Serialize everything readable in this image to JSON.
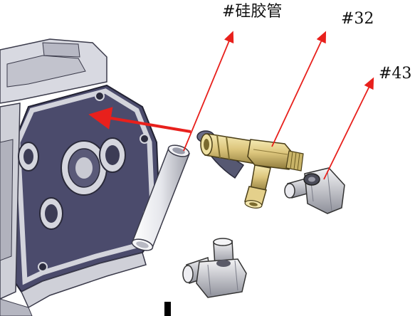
{
  "labels": {
    "hose": "#硅胶管",
    "part32": "#32",
    "part43": "#43"
  },
  "colors": {
    "leader": "#e8201c",
    "housing_dark": "#4a4a6a",
    "housing_light": "#d9dae2",
    "brass": "#d8c37a",
    "silver": "#e4e5ea"
  }
}
